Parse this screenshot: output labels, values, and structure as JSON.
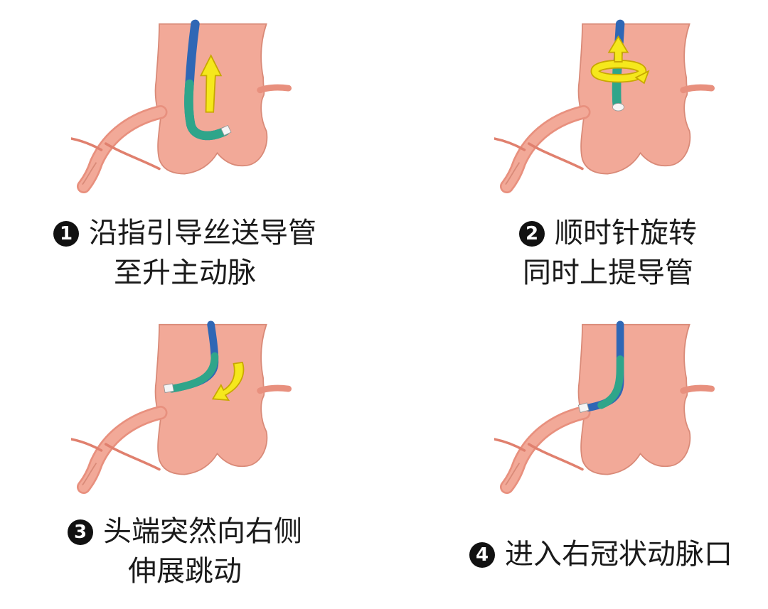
{
  "steps": [
    {
      "number": "1",
      "line1": "沿指引导丝送导管",
      "line2": "至升主动脉"
    },
    {
      "number": "2",
      "line1": "顺时针旋转",
      "line2": "同时上提导管"
    },
    {
      "number": "3",
      "line1": "头端突然向右侧",
      "line2": "伸展跳动"
    },
    {
      "number": "4",
      "line1": "进入右冠状动脉口",
      "line2": ""
    }
  ],
  "colors": {
    "aorta_fill": "#f2a998",
    "aorta_edge": "#d98a78",
    "artery": "#e8907e",
    "catheter_blue": "#2f67b5",
    "catheter_green": "#2fa58a",
    "arrow_yellow": "#f5e81c",
    "arrow_edge": "#c8a800"
  },
  "icons": [
    "up-arrow-icon",
    "rotate-arrow-icon",
    "curved-down-arrow-icon"
  ]
}
